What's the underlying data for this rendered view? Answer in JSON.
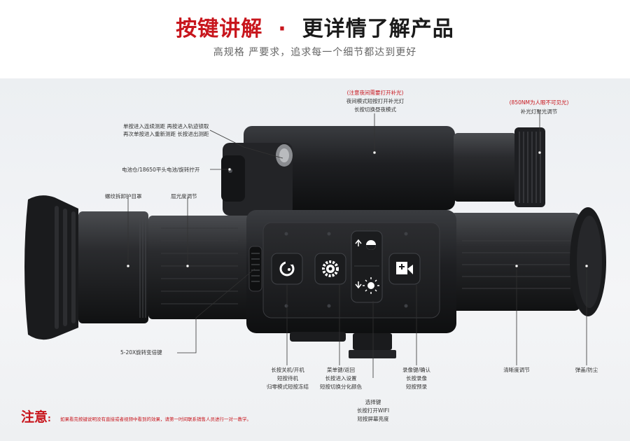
{
  "header": {
    "title_left": "按键讲解",
    "title_dot": "·",
    "title_right": "更详情了解产品",
    "subtitle": "高规格 严要求，追求每一个细节都达到更好"
  },
  "labels": {
    "top_center_note": "(注意夜间需要打开补光)",
    "top_center_1": "夜间模式短按打开补光灯",
    "top_center_2": "长按切换昼夜模式",
    "ir_note": "(850NM为人眼不可见光)",
    "ir_focus": "补光灯聚光调节",
    "laser_1": "单按进入连续测距 再按进入轨迹锁取",
    "laser_2": "再次单按进入重新测距 长按进出测距",
    "battery": "电池仓/18650平头电池/旋转拧开",
    "eyecup": "螺纹拆卸护目罩",
    "diopter": "屈光度调节",
    "zoom": "5-20X旋转变倍键",
    "power_1": "长按关机/开机",
    "power_2": "短按待机",
    "power_3": "归零模式短按冻结",
    "menu_1": "菜单键/返回",
    "menu_2": "长按进入设置",
    "menu_3": "短按切换分化颜色",
    "select_1": "选择键",
    "select_2": "长按打开WIFI",
    "select_3": "短按屏幕亮度",
    "record_1": "录像键/确认",
    "record_2": "长按录像",
    "record_3": "短按预录",
    "focus": "清晰度调节",
    "cap": "弹盖/防尘"
  },
  "footer": {
    "note_label": "注意",
    "note_colon": ":",
    "note_text": "如果看完按键说明没有直接或者视频中看到的效果，请第一时间联系销售人员进行一对一教学。"
  },
  "colors": {
    "accent": "#c8161d",
    "body": "#1c1d1f",
    "background": "#eef0f2"
  }
}
